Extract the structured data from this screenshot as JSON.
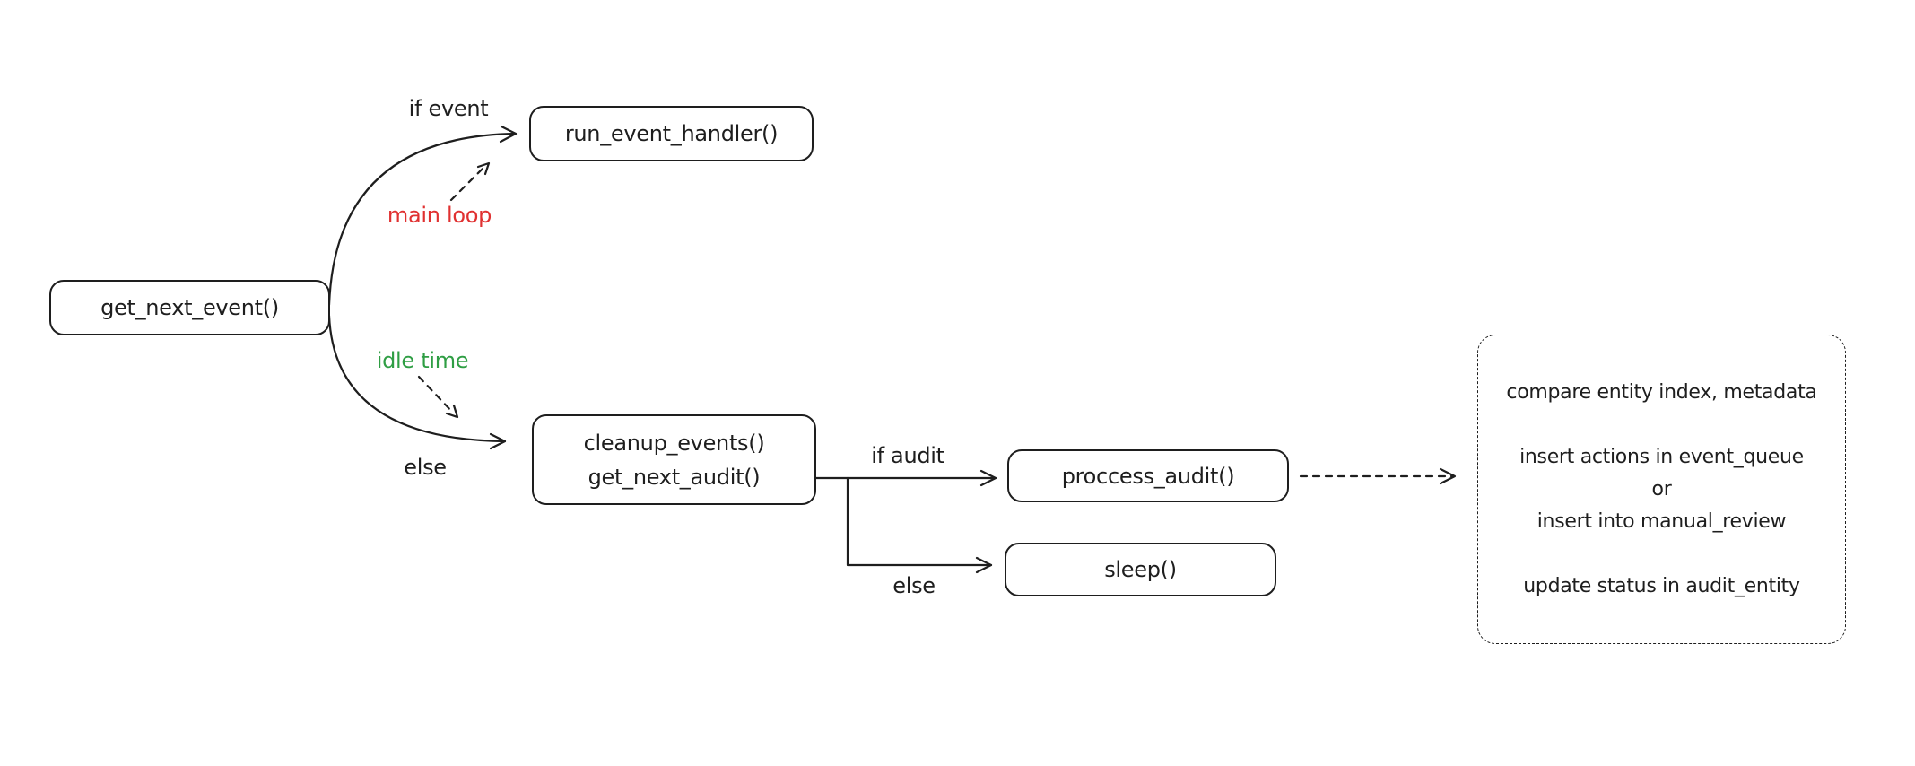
{
  "diagram": {
    "background": "#ffffff",
    "stroke_color": "#1e1e1e",
    "nodes": {
      "get_next_event": {
        "label": "get_next_event()"
      },
      "run_event_handler": {
        "label": "run_event_handler()"
      },
      "audit_loop": {
        "line1": "cleanup_events()",
        "line2": "get_next_audit()"
      },
      "proccess_audit": {
        "label": "proccess_audit()"
      },
      "sleep": {
        "label": "sleep()"
      },
      "notes": {
        "line1": "compare entity index, metadata",
        "line2": "insert actions in event_queue",
        "line3": "or",
        "line4": "insert into manual_review",
        "line5": "update status in audit_entity"
      }
    },
    "labels": {
      "if_event": {
        "text": "if event",
        "color": "#1e1e1e"
      },
      "main_loop": {
        "text": "main loop",
        "color": "#e03131"
      },
      "idle_time": {
        "text": "idle time",
        "color": "#2f9e44"
      },
      "else_top": {
        "text": "else",
        "color": "#1e1e1e"
      },
      "if_audit": {
        "text": "if audit",
        "color": "#1e1e1e"
      },
      "else_bottom": {
        "text": "else",
        "color": "#1e1e1e"
      }
    }
  }
}
